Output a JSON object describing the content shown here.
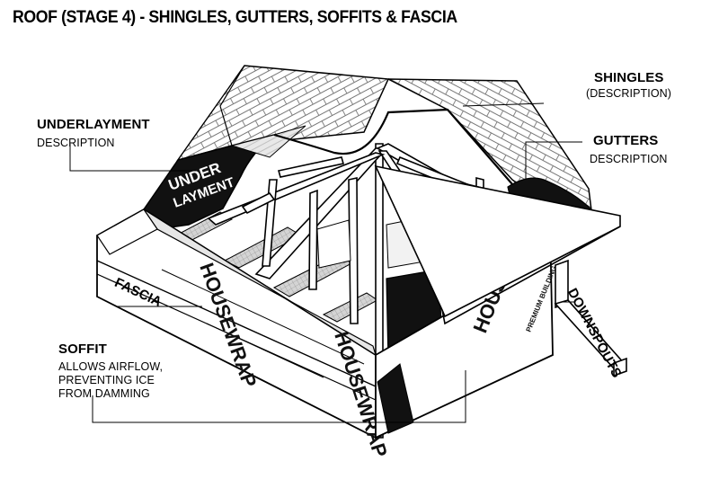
{
  "title": "ROOF  (STAGE 4) - SHINGLES, GUTTERS, SOFFITS & FASCIA",
  "labels": {
    "shingles": {
      "name": "SHINGLES",
      "desc": "(DESCRIPTION)"
    },
    "underlayment": {
      "name": "UNDERLAYMENT",
      "desc": "DESCRIPTION"
    },
    "gutters": {
      "name": "GUTTERS",
      "desc": "DESCRIPTION"
    },
    "fascia": {
      "name": "FASCIA"
    },
    "downspouts": {
      "name": "DOWNSPOUTS"
    },
    "soffit": {
      "name": "SOFFIT",
      "desc_lines": [
        "ALLOWS AIRFLOW,",
        "PREVENTING ICE",
        "FROM DAMMING"
      ]
    }
  },
  "stamps": {
    "underlayment_roll": [
      "UNDER",
      "LAYMENT"
    ],
    "housewrap": "HOUSEWRAP",
    "premium_building": "PREMIUM BUILDING"
  },
  "colors": {
    "ink": "#000000",
    "paper": "#ffffff",
    "dark_fill": "#111111",
    "mid_gray": "#bdbdbd",
    "light_gray": "#e6e6e6"
  }
}
